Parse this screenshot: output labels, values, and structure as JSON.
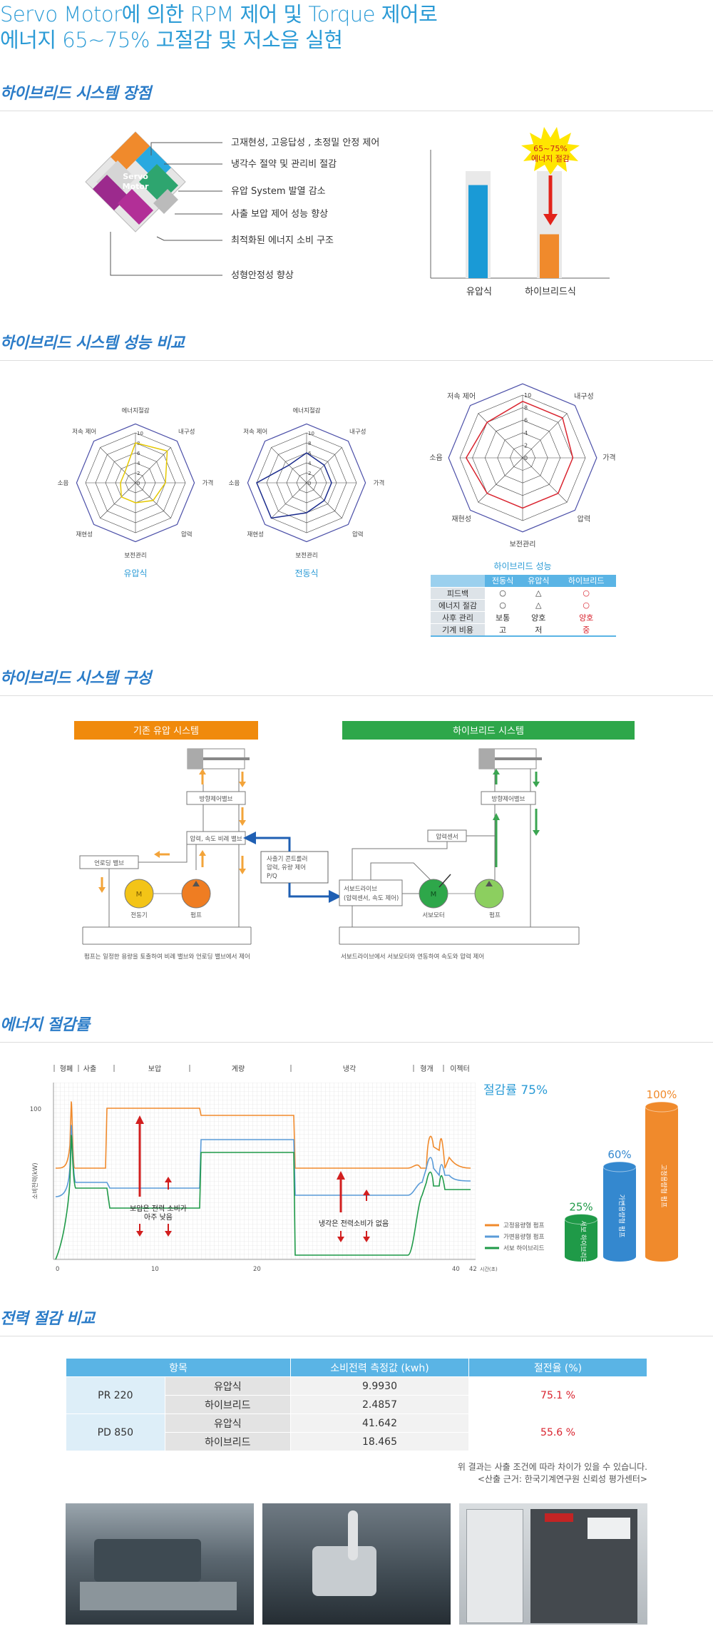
{
  "hero": {
    "line1": "Servo Motor에 의한 RPM 제어 및 Torque 제어로",
    "line2": "에너지 65~75% 고절감 및 저소음 실현"
  },
  "sections": {
    "advantages": "하이브리드 시스템 장점",
    "performance": "하이브리드 시스템 성능 비교",
    "composition": "하이브리드 시스템 구성",
    "energy": "에너지 절감률",
    "power": "전력 절감 비교"
  },
  "advantages": {
    "cube_label_1": "Servo",
    "cube_label_2": "Motor",
    "items": [
      "고재현성, 고응답성 , 초정밀 안정 제어",
      "냉각수 절약 및 관리비 절감",
      "유압 System 발열 감소",
      "사출 보압 제어 성능 향상",
      "최적화된 에너지 소비 구조",
      "성형안정성 향상"
    ],
    "bar_labels": [
      "유압식",
      "하이브리드식"
    ],
    "star_line1": "65~75%",
    "star_line2": "에너지 절감",
    "bar_values": [
      0.87,
      0.41
    ],
    "colors": {
      "hydraulic": "#1a9ad6",
      "hybrid": "#f08a2c"
    }
  },
  "radar": {
    "axes": [
      "에너지절감",
      "내구성",
      "가격",
      "압력",
      "보전관리",
      "재현성",
      "소음",
      "저속 제어"
    ],
    "ticks": [
      "10",
      "8",
      "6",
      "4",
      "2",
      "0"
    ],
    "charts": [
      {
        "caption": "유압식",
        "values": [
          8,
          9,
          6,
          5,
          4,
          4,
          3,
          3
        ],
        "color": "#e5c800"
      },
      {
        "caption": "전동식",
        "values": [
          6,
          5,
          5,
          5,
          6,
          10,
          10,
          5
        ],
        "color": "#1a2b8c"
      },
      {
        "caption": "하이브리드 성능",
        "values": [
          9,
          9,
          8,
          8,
          8,
          8,
          9,
          8
        ],
        "color": "#d9232e"
      }
    ],
    "table": {
      "headers": [
        "",
        "전동식",
        "유압식",
        "하이브리드"
      ],
      "rows": [
        [
          "피드백",
          "○",
          "△",
          "○"
        ],
        [
          "에너지 절감",
          "○",
          "△",
          "○"
        ],
        [
          "사후 관리",
          "보통",
          "양호",
          "양호"
        ],
        [
          "기계 비용",
          "고",
          "저",
          "중"
        ]
      ]
    }
  },
  "composition": {
    "left_title": "기존 유압 시스템",
    "right_title": "하이브리드 시스템",
    "left_labels": {
      "dir_valve": "방향제어밸브",
      "prop_valve": "압력, 속도 비례 밸브",
      "unload_valve": "언로딩 밸브",
      "motor": "전동기",
      "pump": "펌프",
      "motor_symbol": "M",
      "caption": "펌프는 일정한 용량을 토출하여 비례 밸브와 언로딩 밸브에서 제어"
    },
    "controller": [
      "사출기 콘트롤러",
      "압력, 유량 제어",
      "P/Q"
    ],
    "right_labels": {
      "dir_valve": "방향제어밸브",
      "sensor": "압력센서",
      "driver": [
        "서보드라이브",
        "(압력센서, 속도 제어)"
      ],
      "motor": "서보모터",
      "pump": "펌프",
      "motor_symbol": "M",
      "caption": "서보드라이브에서 서보모터와 연동하여 속도와 압력 제어"
    }
  },
  "energy": {
    "phases": [
      "형폐",
      "사출",
      "보압",
      "계량",
      "냉각",
      "형개",
      "이젝터"
    ],
    "y_axis": "소비전력(kW)",
    "y_tick": "100",
    "x_ticks": [
      "0",
      "10",
      "20",
      "40",
      "42"
    ],
    "x_unit": "시간(초)",
    "annot1": [
      "보압은 전력 소비가",
      "아주 낮음"
    ],
    "annot2": "냉각은 전력소비가 없음",
    "legend": [
      "고정용량형 펌프",
      "가변용량형 펌프",
      "서보 하이브리드"
    ],
    "title": "절감률 75%",
    "bars": [
      {
        "pct": "25%",
        "label": "서보 하이브리드",
        "value": 25,
        "color": "#1f9a48"
      },
      {
        "pct": "60%",
        "label": "가변용량형 펌프",
        "value": 60,
        "color": "#3488cf"
      },
      {
        "pct": "100%",
        "label": "고정용량형 펌프",
        "value": 100,
        "color": "#f08a2c"
      }
    ]
  },
  "power": {
    "headers": [
      "항목",
      "소비전력 측정값 (kwh)",
      "절전율 (%)"
    ],
    "rows": [
      {
        "model": "PR 220",
        "a": "유압식",
        "av": "9.9930",
        "b": "하이브리드",
        "bv": "2.4857",
        "rate": "75.1 %"
      },
      {
        "model": "PD 850",
        "a": "유압식",
        "av": "41.642",
        "b": "하이브리드",
        "bv": "18.465",
        "rate": "55.6 %"
      }
    ],
    "note1": "위 결과는 사출 조건에 따라 차이가 있을 수 있습니다.",
    "note2": "<산출 근거: 한국기계연구원 신뢰성 평가센터>"
  }
}
